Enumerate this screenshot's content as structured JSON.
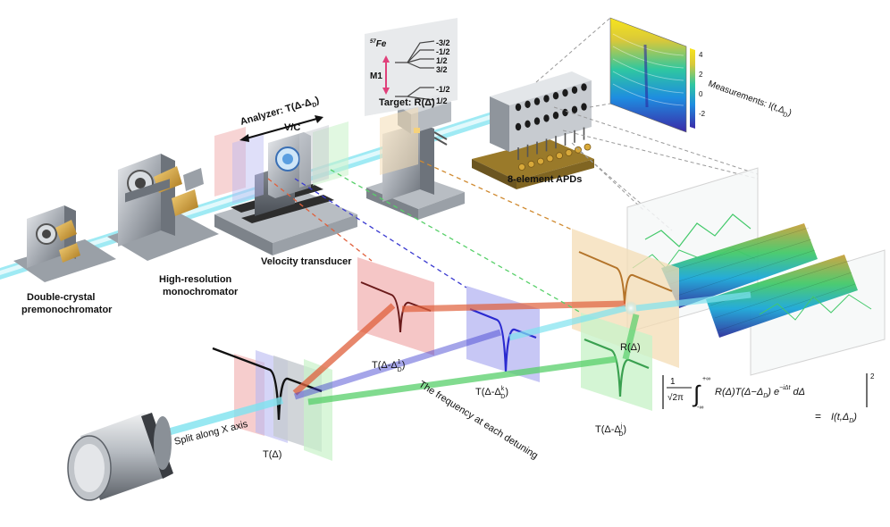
{
  "labels": {
    "double_crystal": [
      "Double-crystal",
      "premonochromator"
    ],
    "high_res": [
      "High-resolution",
      "monochromator"
    ],
    "velocity_transducer": "Velocity transducer",
    "analyzer": "Analyzer: T(Δ-Δ",
    "analyzer_sub": "D",
    "analyzer_close": ")",
    "vc": "V/C",
    "target": "Target: R(Δ)",
    "apds": "8-element APDs",
    "measurements": "Measurements: I(t,Δ",
    "measurements_sub": "D",
    "measurements_close": ")",
    "split": "Split along X axis",
    "t_delta": "T(Δ)",
    "r_delta": "R(Δ)",
    "t_red": "T(Δ-Δ",
    "t_red_sup": "1",
    "t_blue": "T(Δ-Δ",
    "t_blue_sup": "k",
    "t_green": "T(Δ-Δ",
    "t_green_sup": "j",
    "sub_d": "D",
    "close": ")",
    "freq": "The frequency at each detuning"
  },
  "level_diagram": {
    "isotope": "Fe",
    "isotope_mass": "57",
    "transition": "M1",
    "upper_levels": [
      "-3/2",
      "-1/2",
      "1/2",
      "3/2"
    ],
    "lower_levels": [
      "-1/2",
      "1/2"
    ]
  },
  "colorbar": {
    "ticks": [
      "4",
      "2",
      "0",
      "-2"
    ]
  },
  "equation": {
    "frac_num": "1",
    "frac_den": "√2π",
    "lower_limit": "-∞",
    "upper_limit": "+∞",
    "body": "R(Δ)T(Δ−Δ",
    "body_sub": "D",
    "exp": ") e",
    "exp_sup": "−iΔt",
    "d_delta": " dΔ",
    "power": "2",
    "equals": "=",
    "rhs": "I(t,Δ",
    "rhs_sub": "D",
    "rhs_close": ")"
  },
  "colors": {
    "beam": "#7fe3f0",
    "red_path": "#e0603c",
    "blue_path": "#3a3ad0",
    "green_path": "#58d06a",
    "orange_path": "#d08a30",
    "panel_red": "#f2b8b8",
    "panel_blue": "#b9b9f2",
    "panel_green": "#c9f2c9",
    "panel_orange": "#f4dcb4",
    "panel_gray": "#cfd3d8"
  }
}
